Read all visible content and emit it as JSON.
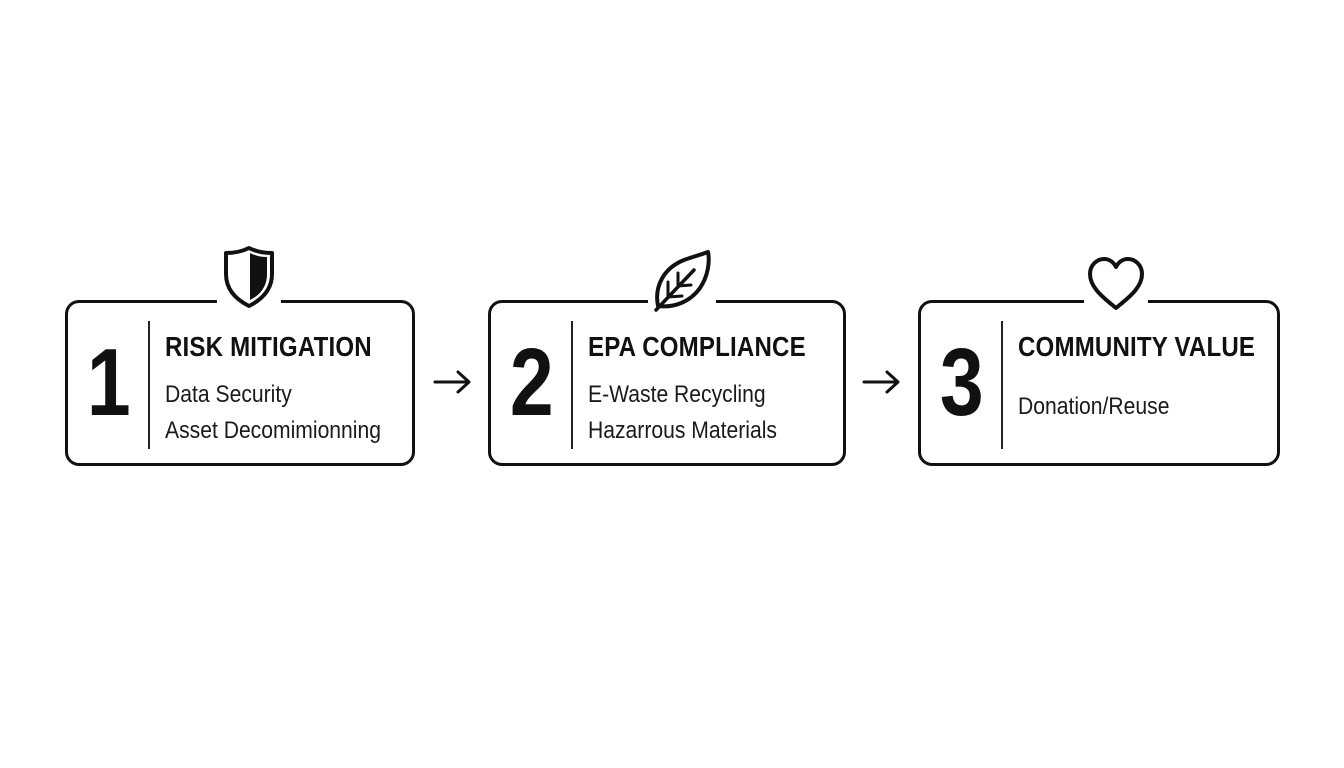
{
  "steps": [
    {
      "number": "1",
      "title": "RISK MITIGATION",
      "items": [
        "Data Security",
        "Asset Decomimionning"
      ],
      "icon": "shield-icon"
    },
    {
      "number": "2",
      "title": "EPA COMPLIANCE",
      "items": [
        "E-Waste Recycling",
        "Hazarrous Materials"
      ],
      "icon": "leaf-icon"
    },
    {
      "number": "3",
      "title": "COMMUNITY VALUE",
      "items": [
        "Donation/Reuse"
      ],
      "icon": "heart-icon"
    }
  ],
  "connectors": [
    "arrow-right-icon",
    "arrow-right-icon"
  ],
  "colors": {
    "stroke": "#111111",
    "background": "#ffffff"
  }
}
